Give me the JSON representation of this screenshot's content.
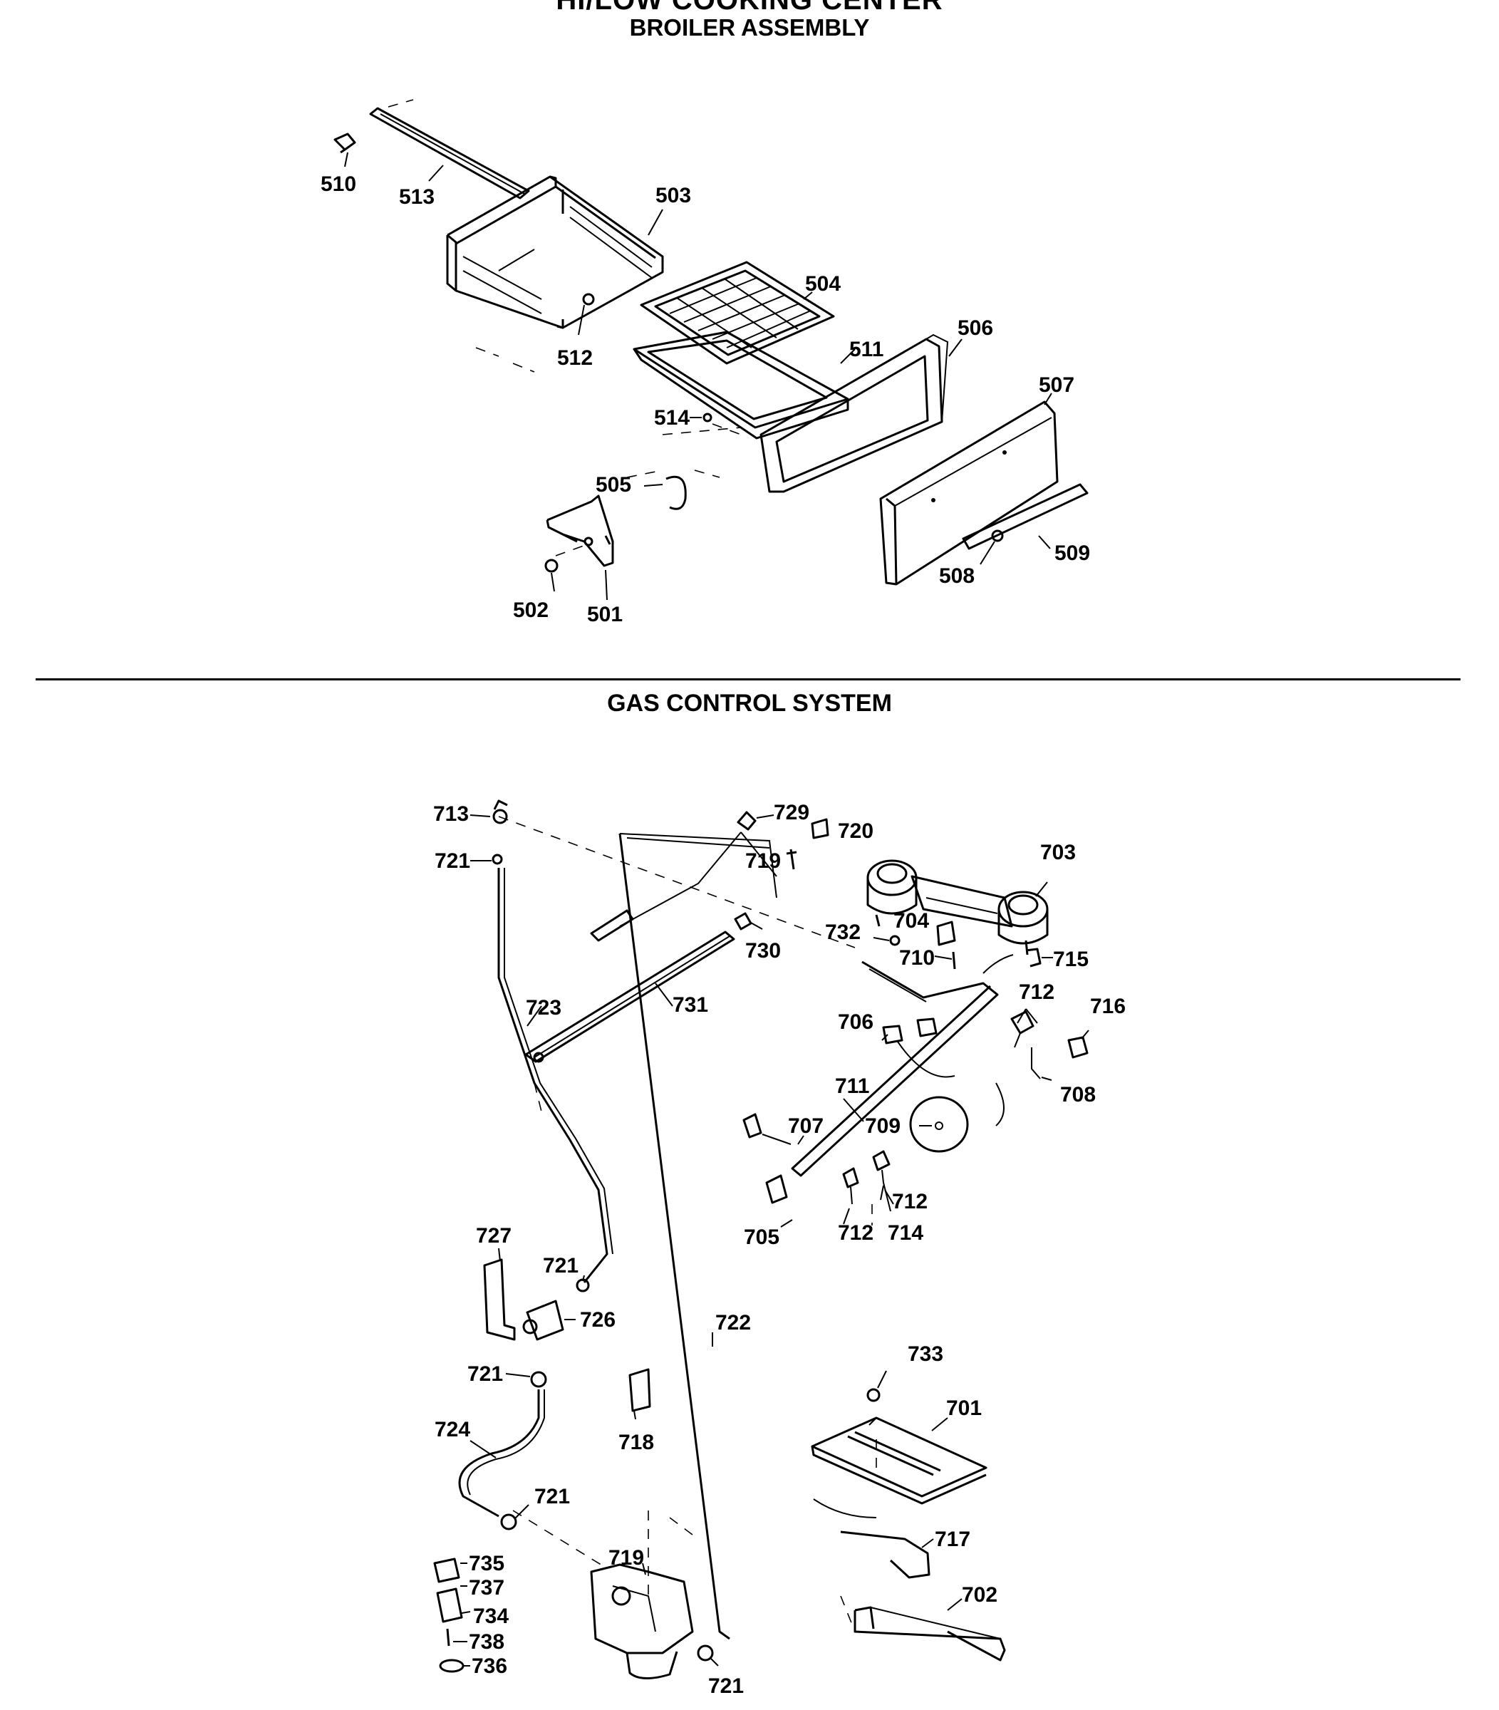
{
  "header": {
    "top_title": "HI/LOW COOKING CENTER",
    "section1_title": "BROILER ASSEMBLY",
    "section2_title": "GAS CONTROL SYSTEM"
  },
  "broiler_labels": [
    "510",
    "513",
    "503",
    "504",
    "512",
    "511",
    "506",
    "507",
    "514",
    "505",
    "509",
    "508",
    "502",
    "501"
  ],
  "gas_labels": [
    "713",
    "729",
    "720",
    "721",
    "719",
    "703",
    "732",
    "704",
    "730",
    "710",
    "715",
    "723",
    "731",
    "712",
    "716",
    "706",
    "708",
    "711",
    "707",
    "709",
    "712",
    "714",
    "705",
    "712",
    "727",
    "721",
    "726",
    "722",
    "733",
    "721",
    "718",
    "701",
    "724",
    "721",
    "717",
    "735",
    "719",
    "737",
    "702",
    "734",
    "738",
    "736",
    "721"
  ]
}
